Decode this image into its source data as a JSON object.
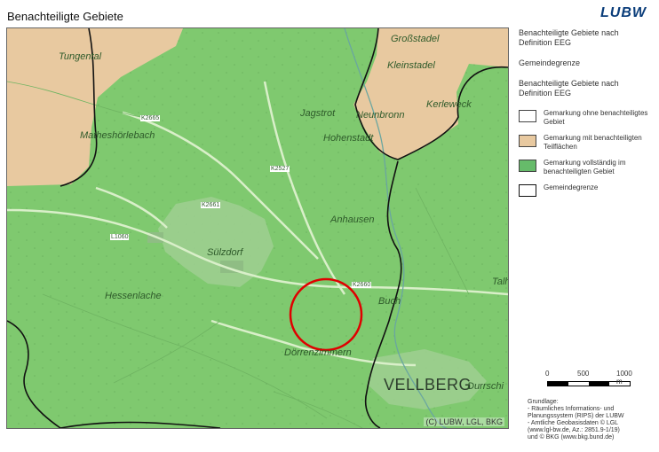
{
  "page": {
    "title": "Benachteiligte Gebiete",
    "logo": "LUBW"
  },
  "map": {
    "copyright": "(C) LUBW, LGL, BKG",
    "places": [
      {
        "name": "Großstadel"
      },
      {
        "name": "Tungental"
      },
      {
        "name": "Kleinstadel"
      },
      {
        "name": "Kerleweck"
      },
      {
        "name": "Jagstrot"
      },
      {
        "name": "Neunbronn"
      },
      {
        "name": "Matheshörlebach"
      },
      {
        "name": "Hohenstadt"
      },
      {
        "name": "Anhausen"
      },
      {
        "name": "Sülzdorf"
      },
      {
        "name": "Hessenlache"
      },
      {
        "name": "Buch"
      },
      {
        "name": "Dörrenzimmern"
      },
      {
        "name": "VELLBERG"
      },
      {
        "name": "Durrschi"
      },
      {
        "name": "Talh"
      }
    ],
    "roads": [
      "K2665",
      "K2527",
      "K2661",
      "L1060",
      "K2660"
    ],
    "colors": {
      "full": "#7fc96f",
      "partial": "#e8c9a0",
      "marker": "#e00000"
    }
  },
  "legend": {
    "heading1": "Benachteiligte Gebiete nach Definition EEG",
    "heading2": "Gemeindegrenze",
    "heading3": "Benachteiligte Gebiete nach Definition EEG",
    "items": [
      {
        "label": "Gemarkung ohne benachteiligtes Gebiet"
      },
      {
        "label": "Gemarkung mit benachteiligten Teilflächen"
      },
      {
        "label": "Gemarkung vollständig im benachteiligten Gebiet"
      },
      {
        "label": "Gemeindegrenze"
      }
    ],
    "scale": {
      "zero": "0",
      "mid": "500",
      "end": "1000 m"
    },
    "credits": [
      "Grundlage:",
      "- Räumliches Informations- und",
      "  Planungssystem (RIPS) der LUBW",
      "- Amtliche Geobasisdaten © LGL",
      "  (www.lgl-bw.de, Az.: 2851.9-1/19)",
      "  und © BKG (www.bkg.bund.de)"
    ]
  }
}
